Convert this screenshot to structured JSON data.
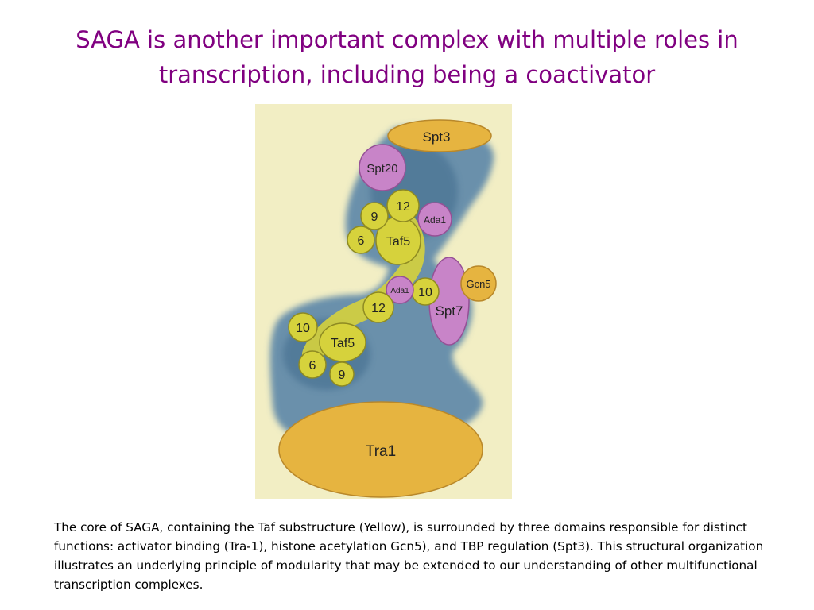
{
  "title": "SAGA is another important complex with multiple roles in transcription, including being a coactivator",
  "caption": "The core of SAGA, containing the Taf substructure (Yellow), is surrounded by three domains responsible for distinct functions: activator binding (Tra-1), histone acetylation Gcn5), and TBP regulation (Spt3). This structural organization illustrates an underlying principle of modularity that may be extended to our understanding of other multifunctional transcription complexes.",
  "colors": {
    "title": "#800080",
    "background_panel": "#f2eec4",
    "density": "#5b86a8",
    "orange": "#e6b440",
    "purple": "#c884c8",
    "yellow": "#d6d23c"
  },
  "diagram": {
    "labels": {
      "spt3": "Spt3",
      "spt20": "Spt20",
      "taf12_top": "12",
      "taf9_top": "9",
      "ada1_top": "Ada1",
      "taf6_top": "6",
      "taf5_top": "Taf5",
      "gcn5": "Gcn5",
      "ada1_mid": "Ada1",
      "taf10_mid": "10",
      "spt7": "Spt7",
      "taf12_mid": "12",
      "taf10_low": "10",
      "taf5_low": "Taf5",
      "taf6_low": "6",
      "taf9_low": "9",
      "tra1": "Tra1"
    }
  }
}
